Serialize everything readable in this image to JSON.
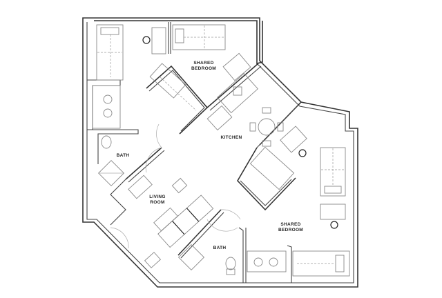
{
  "floor_plan": {
    "rooms": [
      {
        "id": "shared-bedroom-1",
        "label_line1": "SHARED",
        "label_line2": "BEDROOM"
      },
      {
        "id": "kitchen",
        "label_line1": "KITCHEN"
      },
      {
        "id": "bath-1",
        "label_line1": "BATH"
      },
      {
        "id": "living-room",
        "label_line1": "LIVING",
        "label_line2": "ROOM"
      },
      {
        "id": "bath-2",
        "label_line1": "BATH"
      },
      {
        "id": "shared-bedroom-2",
        "label_line1": "SHARED",
        "label_line2": "BEDROOM"
      }
    ],
    "colors": {
      "walls": "#333333",
      "furniture": "#888888",
      "background": "#ffffff"
    }
  }
}
